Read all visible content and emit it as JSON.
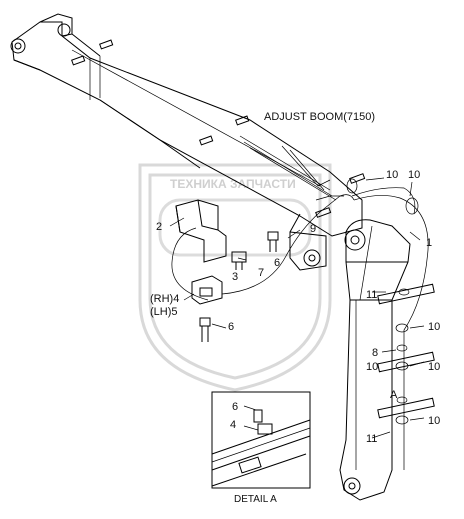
{
  "title": "ADJUST BOOM(7150)",
  "detail_caption": "DETAIL  A",
  "detail_ref": "A",
  "callouts": {
    "c1": "1",
    "c2": "2",
    "c3": "3",
    "c4a": "(RH)4",
    "c5a": "(LH)5",
    "c6a": "6",
    "c6b": "6",
    "c7": "7",
    "c8": "8",
    "c9": "9",
    "c10a": "10",
    "c10b": "10",
    "c10c": "10",
    "c10d": "10",
    "c10e": "10",
    "c11a": "11",
    "c11b": "11",
    "d6": "6",
    "d4": "4"
  },
  "watermark": {
    "text": "ТЕХНИКА  ЗАПЧАСТИ",
    "color": "#d9d9d9"
  }
}
